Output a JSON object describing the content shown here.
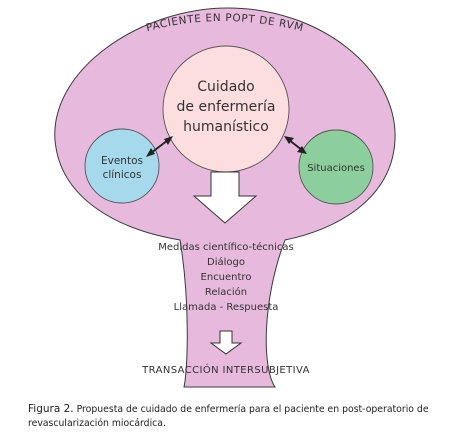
{
  "diagram": {
    "arc_title": "PACIENTE EN POPT DE RVM",
    "center_circle": {
      "line1": "Cuidado",
      "line2": "de enfermería",
      "line3": "humanístico"
    },
    "left_circle": {
      "line1": "Eventos",
      "line2": "clínicos"
    },
    "right_circle": {
      "label": "Situaciones"
    },
    "items": [
      "Medidas científico-técnicas",
      "Diálogo",
      "Encuentro",
      "Relación",
      "Llamada - Respuesta"
    ],
    "bottom_label": "TRANSACCIÓN INTERSUBJETIVA",
    "colors": {
      "body": "#e6b9dd",
      "outline": "#3a3a3a",
      "center_circle": "#fbdedd",
      "left_circle": "#a6d9ec",
      "right_circle": "#8cce9c",
      "arrow_fill": "#ffffff"
    }
  },
  "caption": {
    "figure": "Figura 2.",
    "text": "Propuesta de cuidado de enfermería para el paciente en post-operatorio de revascularización miocárdica."
  }
}
